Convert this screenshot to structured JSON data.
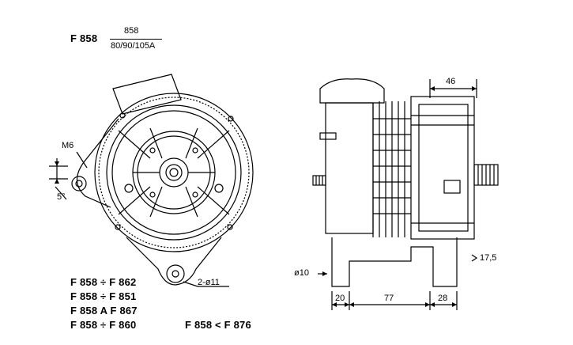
{
  "header": {
    "code": "F 858",
    "frac_top": "858",
    "frac_bottom": "80/90/105A"
  },
  "front_view": {
    "m6_label": "M6",
    "angle_label": "5°",
    "hole_label": "2-ø11"
  },
  "side_view": {
    "dim_46": "46",
    "dim_175": "17,5",
    "dim_phi10": "ø10",
    "dim_20": "20",
    "dim_77": "77",
    "dim_28": "28"
  },
  "variants": [
    "F 858 ÷ F 862",
    "F 858 ÷ F 851",
    "F 858 A F 867",
    "F 858 ÷ F 860"
  ],
  "variant_extra": "F 858 < F 876"
}
